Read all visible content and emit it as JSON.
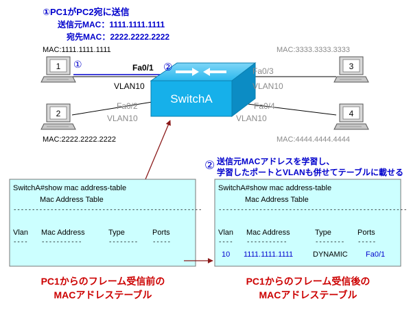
{
  "step1": {
    "title": "①PC1がPC2宛に送信",
    "src_mac": "送信元MAC：1111.1111.1111",
    "dst_mac": "宛先MAC：2222.2222.2222"
  },
  "step2": {
    "line1": "送信元MACアドレスを学習し、",
    "line2": "学習したポートとVLANも併せてテーブルに載せる",
    "num": "②"
  },
  "switch": {
    "name": "SwitchA"
  },
  "pcs": [
    {
      "num": "1",
      "mac": "MAC:1111.1111.1111",
      "port": "Fa0/1",
      "vlan": "VLAN10"
    },
    {
      "num": "2",
      "mac": "MAC:2222.2222.2222",
      "port": "Fa0/2",
      "vlan": "VLAN10"
    },
    {
      "num": "3",
      "mac": "MAC:3333.3333.3333",
      "port": "Fa0/3",
      "vlan": "VLAN10"
    },
    {
      "num": "4",
      "mac": "MAC:4444.4444.4444",
      "port": "Fa0/4",
      "vlan": "VLAN10"
    }
  ],
  "frame_markers": {
    "pc_mark": "①",
    "port_mark": "②"
  },
  "table_before": {
    "command": "SwitchA#show mac address-table",
    "heading": "Mac Address Table",
    "rule": "---------------------------------------------------",
    "headers": [
      "Vlan",
      "Mac Address",
      "Type",
      "Ports"
    ],
    "dashes": [
      "----",
      "-----------",
      "--------",
      "-----"
    ],
    "caption1": "PC1からのフレーム受信前の",
    "caption2": "MACアドレステーブル"
  },
  "table_after": {
    "command": "SwitchA#show mac address-table",
    "heading": "Mac Address Table",
    "rule": "---------------------------------------------------",
    "headers": [
      "Vlan",
      "Mac Address",
      "Type",
      "Ports"
    ],
    "dashes": [
      "----",
      "-----------",
      "--------",
      "-----"
    ],
    "row": {
      "vlan": "10",
      "mac": "1111.1111.1111",
      "type": "DYNAMIC",
      "port": "Fa0/1"
    },
    "caption1": "PC1からのフレーム受信後の",
    "caption2": "MACアドレステーブル"
  },
  "colors": {
    "step_blue": "#0000cc",
    "caption_red": "#cc0000",
    "port_gray": "#8a8a8a",
    "switch_cyan": "#16b0ea",
    "table_fill": "#ccffff",
    "arrow_red": "#8b1a1a"
  }
}
